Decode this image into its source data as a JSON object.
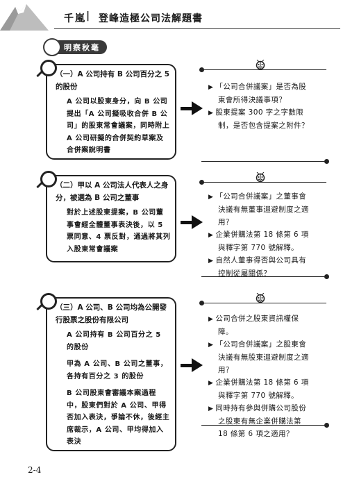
{
  "header": {
    "author": "千嵐",
    "separator": "|",
    "book_title": "登峰造極公司法解題書"
  },
  "section_label": "明察秋毫",
  "cases": [
    {
      "heading": "（一）A 公司持有 B 公司百分之 5 的股份",
      "paragraphs": [
        "A 公司以股東身分，向 B 公司提出「A 公司擬吸收合併 B 公司」的股東常會議案，同時附上 A 公司研擬的合併契約草案及合併案說明書"
      ],
      "issues": [
        "「公司合併議案」是否為股東會所得決議事項？",
        "股東提案 300 字之字數限制，是否包含提案之附件？"
      ]
    },
    {
      "heading": "（二）甲以 A 公司法人代表人之身分，被選為 B 公司之董事",
      "paragraphs": [
        "對於上述股東提案，B 公司董事會經全體董事表決後，以 5 票同意、4 票反對，通過將其列入股東常會議案"
      ],
      "issues": [
        "「公司合併議案」之董事會決議有無董事迴避制度之適用？",
        "企業併購法第 18 條第 6 項與釋字第 770 號解釋。",
        "自然人董事得否與公司具有控制從屬關係？"
      ]
    },
    {
      "heading": "（三）A 公司、B 公司均為公開發行股票之股份有限公司",
      "paragraphs": [
        "A 公司持有 B 公司百分之 5 的股份",
        "甲為 A 公司、B 公司之董事，各持有百分之 3 的股份",
        "B 公司股東會審議本案過程中，股東們對於 A 公司、甲得否加入表決，爭論不休，後經主席裁示，A 公司、甲均得加入表決"
      ],
      "issues": [
        "公司合併之股東資訊權保障。",
        "「公司合併議案」之股東會決議有無股東迴避制度之適用？",
        "企業併購法第 18 條第 6 項與釋字第 770 號解釋。",
        "同時持有參與併購公司股份之股東有無企業併購法第 18 條第 6 項之適用？"
      ]
    }
  ],
  "page_number": "2-4"
}
